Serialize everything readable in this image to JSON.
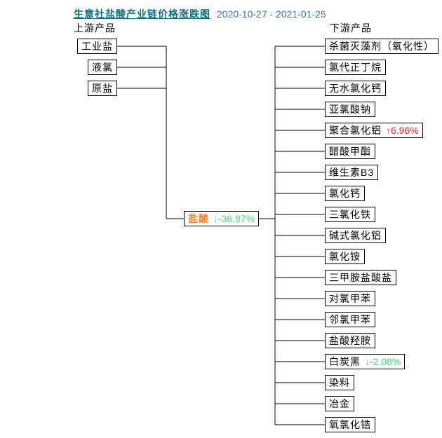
{
  "title": {
    "name": "生意社盐酸产业链价格涨跌图",
    "date_range": "2020-10-27 - 2021-01-25"
  },
  "sections": {
    "upstream_label": "上游产品",
    "downstream_label": "下游产品"
  },
  "center_node": {
    "label": "盐酸",
    "arrow": "↓",
    "change": "-36.97%",
    "direction": "down"
  },
  "upstream_items": [
    {
      "label": "工业盐"
    },
    {
      "label": "液氯"
    },
    {
      "label": "原盐"
    }
  ],
  "downstream_items": [
    {
      "label": "杀菌灭藻剂（氧化性）"
    },
    {
      "label": "氯代正丁烷"
    },
    {
      "label": "无水氯化钙"
    },
    {
      "label": "亚氯酸钠"
    },
    {
      "label": "聚合氯化铝",
      "arrow": "↑",
      "change": "6.96%",
      "direction": "up"
    },
    {
      "label": "醋酸甲酯"
    },
    {
      "label": "维生素B3"
    },
    {
      "label": "氯化钙"
    },
    {
      "label": "三氯化铁"
    },
    {
      "label": "碱式氯化铝"
    },
    {
      "label": "氯化铵"
    },
    {
      "label": "三甲胺盐酸盐"
    },
    {
      "label": "对氯甲苯"
    },
    {
      "label": "邻氯甲苯"
    },
    {
      "label": "盐酸羟胺"
    },
    {
      "label": "白炭黑",
      "arrow": "↓",
      "change": "-2.08%",
      "direction": "down"
    },
    {
      "label": "染料"
    },
    {
      "label": "冶金"
    },
    {
      "label": "氧氯化锆"
    }
  ],
  "colors": {
    "title_teal": "#0c6e7f",
    "date_blue": "#3d77a6",
    "center_orange": "#ff7f27",
    "down_green": "#3fd96f",
    "up_red": "#ff2222",
    "line_black": "#000000"
  }
}
